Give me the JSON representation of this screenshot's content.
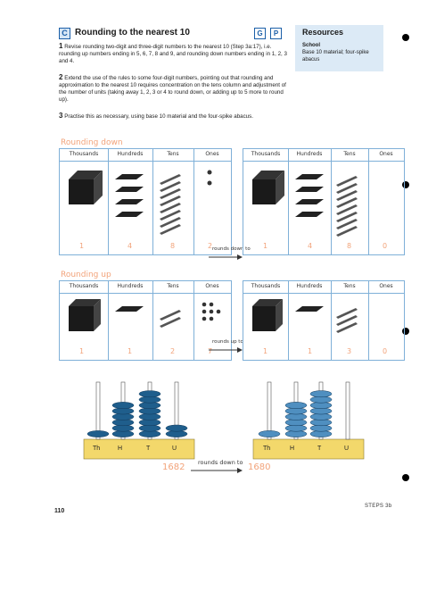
{
  "header": {
    "section_letter": "C",
    "title": "Rounding to the nearest 10",
    "badges": [
      "G",
      "P"
    ]
  },
  "resources": {
    "title": "Resources",
    "subtitle": "School",
    "text": "Base 10 material; four-spike abacus"
  },
  "instructions": [
    {
      "num": "1",
      "text": "Revise rounding two-digit and three-digit numbers to the nearest 10 (Step 3a:17), i.e. rounding up numbers ending in 5, 6, 7, 8 and 9, and rounding down numbers ending in 1, 2, 3 and 4."
    },
    {
      "num": "2",
      "text": "Extend the use of the rules to some four-digit numbers, pointing out that rounding and approximation to the nearest 10 requires concentration on the tens column and adjustment of the number of units (taking away 1, 2, 3 or 4 to round down, or adding up to 5 more to round up)."
    },
    {
      "num": "3",
      "text": "Practise this as necessary, using base 10 material and the four-spike abacus."
    }
  ],
  "rounding_down": {
    "label": "Rounding down",
    "columns": [
      "Thousands",
      "Hundreds",
      "Tens",
      "Ones"
    ],
    "columns_right": [
      "Thousands",
      "Hundreds",
      "Tens",
      "Ones"
    ],
    "left_digits": [
      "1",
      "4",
      "8",
      "2"
    ],
    "right_digits": [
      "1",
      "4",
      "8",
      "0"
    ],
    "arrow_label": "rounds down to"
  },
  "rounding_up": {
    "label": "Rounding up",
    "columns": [
      "Thousands",
      "Hundreds",
      "Tens",
      "Ones"
    ],
    "columns_right": [
      "Thousands",
      "Hundreds",
      "Tens",
      "Ones"
    ],
    "left_digits": [
      "1",
      "1",
      "2",
      "7"
    ],
    "right_digits": [
      "1",
      "1",
      "3",
      "0"
    ],
    "arrow_label": "rounds up to"
  },
  "abacus": {
    "labels": [
      "Th",
      "H",
      "T",
      "U"
    ],
    "left_value": "1682",
    "right_value": "1680",
    "arrow_label": "rounds down to",
    "left_beads": [
      1,
      6,
      8,
      2
    ],
    "right_beads": [
      1,
      6,
      8,
      0
    ]
  },
  "footer": {
    "page_number": "110",
    "label": "STEPS 3b"
  },
  "colors": {
    "accent_blue": "#1b5fa8",
    "panel_blue": "#dceaf6",
    "peach": "#f2a37a",
    "abacus_base": "#f3d86b",
    "bead_dark": "#1f5e8c",
    "bead_light": "#4f8fc0"
  }
}
